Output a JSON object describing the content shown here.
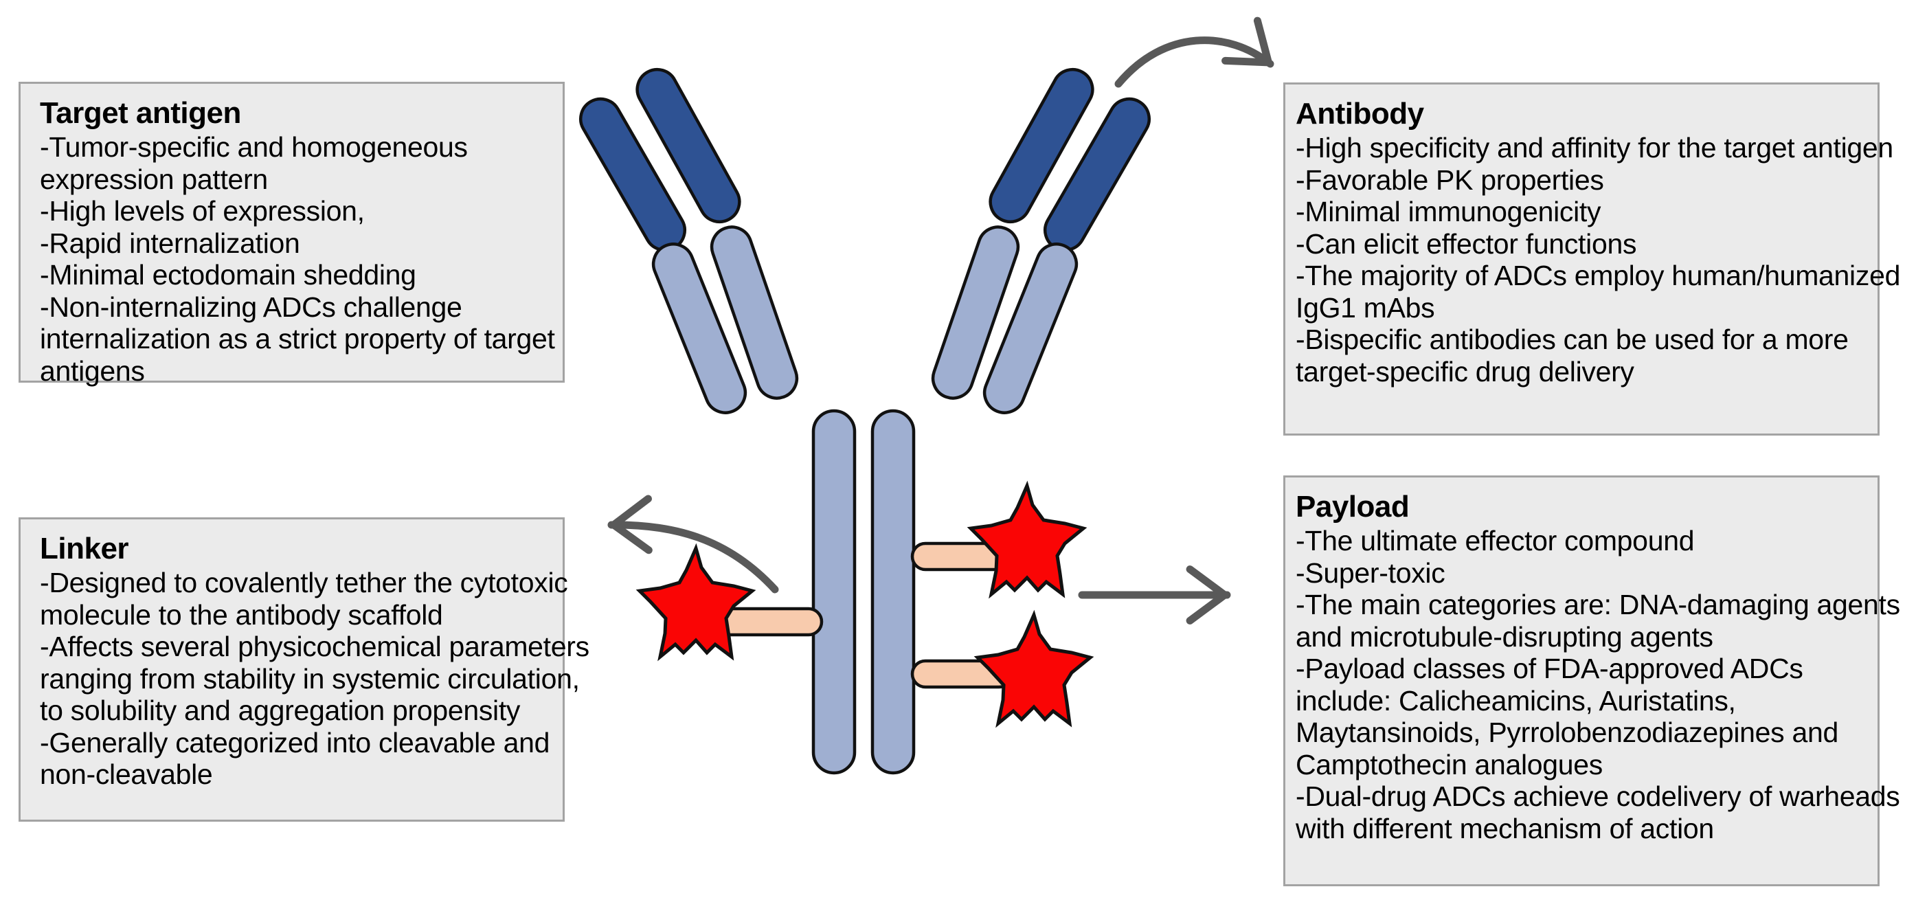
{
  "figure": {
    "description": "Antibody-drug conjugate (ADC) schematic: a Y-shaped antibody with linkers and star-shaped payloads, annotated by four text boxes",
    "payload_star_count": 3
  },
  "colors": {
    "page_bg": "#ffffff",
    "box_fill": "#ebebeb",
    "box_border": "#a3a3a3",
    "dark_blue": "#2e5293",
    "light_blue": "#9fafd1",
    "linker_peach": "#f8cbad",
    "payload_red": "#fa0505",
    "arrow_gray": "#595959",
    "text_color": "#000000"
  },
  "boxes": {
    "target_antigen": {
      "title": "Target antigen",
      "lines": [
        "-Tumor-specific and homogeneous",
        "expression pattern",
        "-High levels of expression,",
        "-Rapid internalization",
        "-Minimal ectodomain shedding",
        "-Non-internalizing ADCs challenge",
        "internalization as a strict property of target",
        "antigens"
      ]
    },
    "antibody": {
      "title": "Antibody",
      "lines": [
        "-High specificity and affinity for the target antigen",
        "-Favorable PK properties",
        "-Minimal immunogenicity",
        "-Can elicit effector functions",
        "-The majority of ADCs employ human/humanized",
        "IgG1 mAbs",
        "-Bispecific antibodies can be used for a more",
        "target-specific drug delivery"
      ]
    },
    "linker": {
      "title": "Linker",
      "lines": [
        "-Designed to covalently tether the cytotoxic",
        "molecule to the antibody scaffold",
        "-Affects several physicochemical parameters",
        "ranging from stability in systemic circulation,",
        "to solubility and aggregation propensity",
        "-Generally categorized into cleavable and",
        "non-cleavable"
      ]
    },
    "payload": {
      "title": "Payload",
      "lines": [
        "-The ultimate effector compound",
        "-Super-toxic",
        "-The main categories are: DNA-damaging agents",
        "and microtubule-disrupting agents",
        "-Payload classes of FDA-approved ADCs",
        "include: Calicheamicins, Auristatins,",
        "Maytansinoids, Pyrrolobenzodiazepines and",
        "Camptothecin analogues",
        "-Dual-drug ADCs achieve codelivery of warheads",
        "with different mechanism of action"
      ]
    }
  }
}
